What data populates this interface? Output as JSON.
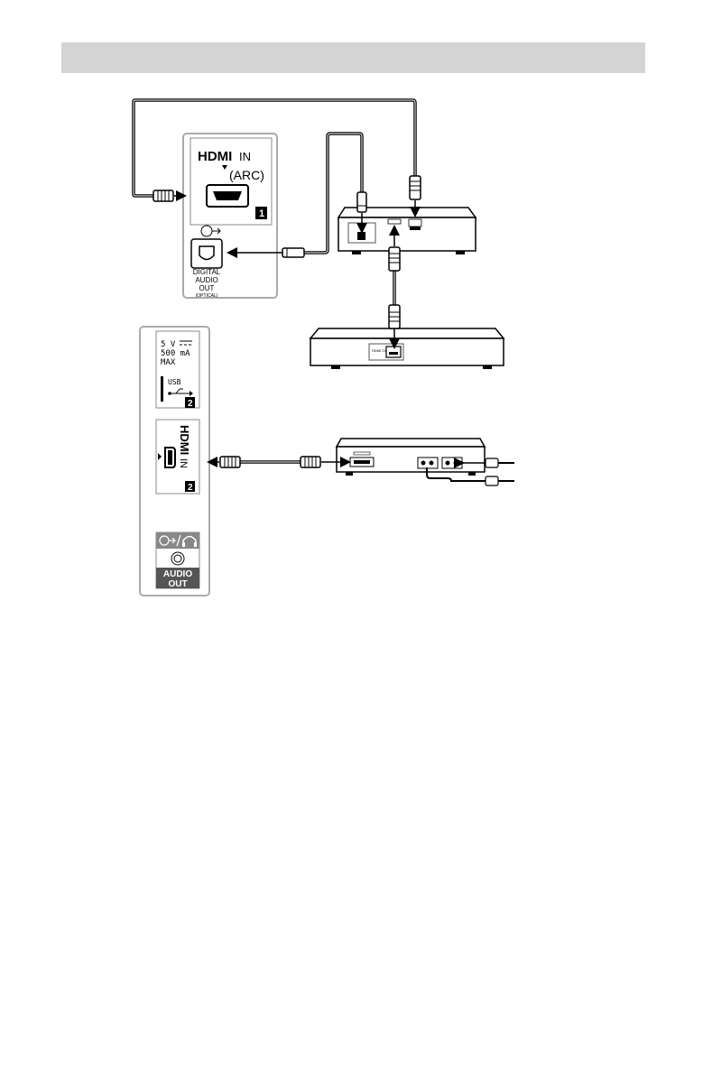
{
  "header_bar": {
    "color": "#d4d4d4"
  },
  "panel1": {
    "hdmi_logo": "HDMI",
    "hdmi_in": "IN",
    "arc": "(ARC)",
    "port_number": "1",
    "optical_label_1": "DIGITAL",
    "optical_label_2": "AUDIO",
    "optical_label_3": "OUT",
    "optical_label_4": "(OPTICAL)"
  },
  "panel2": {
    "usb_power_1": "5 V",
    "usb_power_2": "500 mA",
    "usb_power_3": "MAX",
    "usb_label": "USB",
    "usb_number": "2",
    "hdmi_logo": "HDMI",
    "hdmi_in": "IN",
    "hdmi_number": "2",
    "audio_out_1": "AUDIO",
    "audio_out_2": "OUT"
  },
  "device_middle": {
    "hdmi_out": "HDMI OUT"
  },
  "icons": [
    "hdmi-connector-icon",
    "optical-plug-icon",
    "usb-symbol-icon",
    "headphone-icon",
    "audio-out-icon",
    "arrow-icon"
  ]
}
